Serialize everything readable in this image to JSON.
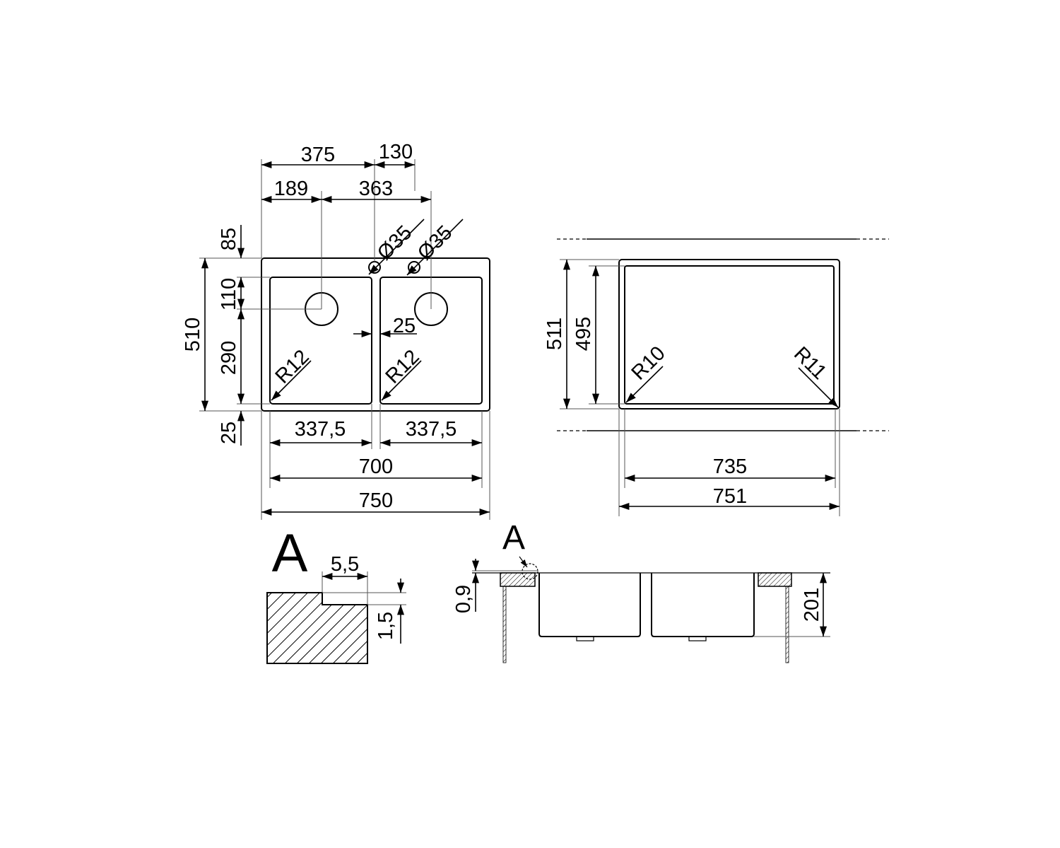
{
  "plan_view": {
    "dims": {
      "top_375": "375",
      "top_130": "130",
      "top_189": "189",
      "top_363": "363",
      "tap_hole_1": "Ø35",
      "tap_hole_2": "Ø35",
      "left_85": "85",
      "left_510": "510",
      "left_110": "110",
      "left_290": "290",
      "left_25": "25",
      "divider_25": "25",
      "radius_left": "R12",
      "radius_right": "R12",
      "bowl_left_width": "337,5",
      "bowl_right_width": "337,5",
      "inner_width": "700",
      "outer_width": "750"
    }
  },
  "cutout_view": {
    "dims": {
      "height_511": "511",
      "height_495": "495",
      "radius_left": "R10",
      "radius_right": "R11",
      "width_735": "735",
      "width_751": "751"
    }
  },
  "detail_a": {
    "label": "A",
    "dims": {
      "width": "5,5",
      "height": "1,5"
    }
  },
  "section_view": {
    "label": "A",
    "dims": {
      "rim": "0,9",
      "depth": "201"
    }
  }
}
